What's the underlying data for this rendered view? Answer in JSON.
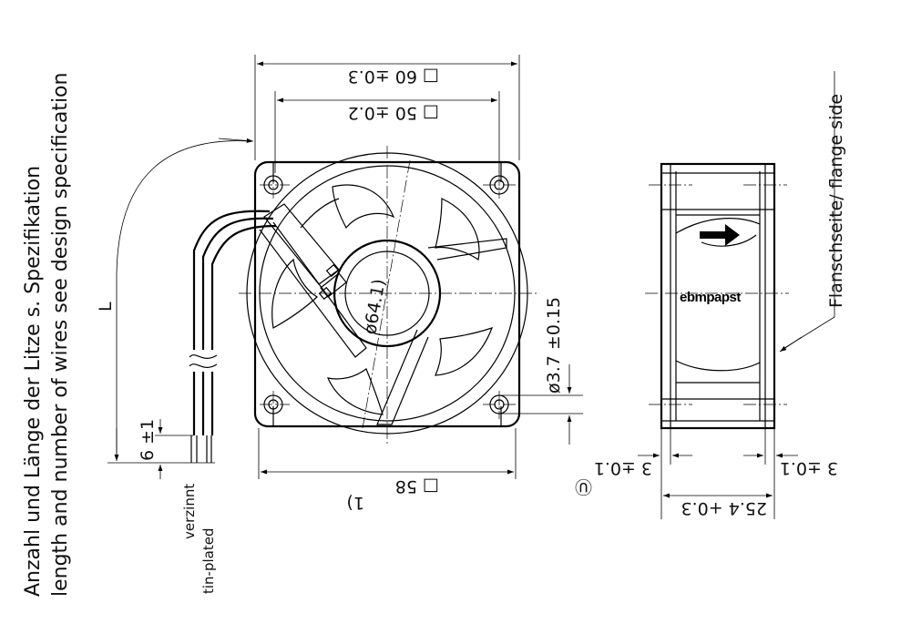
{
  "notes": {
    "wires_de": "Anzahl und Länge der Litze s. Spezifikation",
    "wires_en": "length and number of wires see design specification",
    "tinned_de": "verzinnt",
    "tinned_en": "tin-plated",
    "flange_side": "Flanschseite/ flange side"
  },
  "dimensions": {
    "outer_square": "□ 60 ±0.3",
    "hole_spacing": "□ 50 ±0.2",
    "venturi_dia": "ø64.1)",
    "hole_dia": "ø3.7 ±0.15",
    "body_square": "□ 58",
    "body_square_note": "1)",
    "lead_length": "L",
    "strip_length": "6 ±1",
    "depth": "25.4 +0.3",
    "flange_left": "3 ±0.1",
    "flange_left_marker": "Ⓤ",
    "flange_right": "3 ±0.1"
  },
  "brand": "ebmpapst"
}
